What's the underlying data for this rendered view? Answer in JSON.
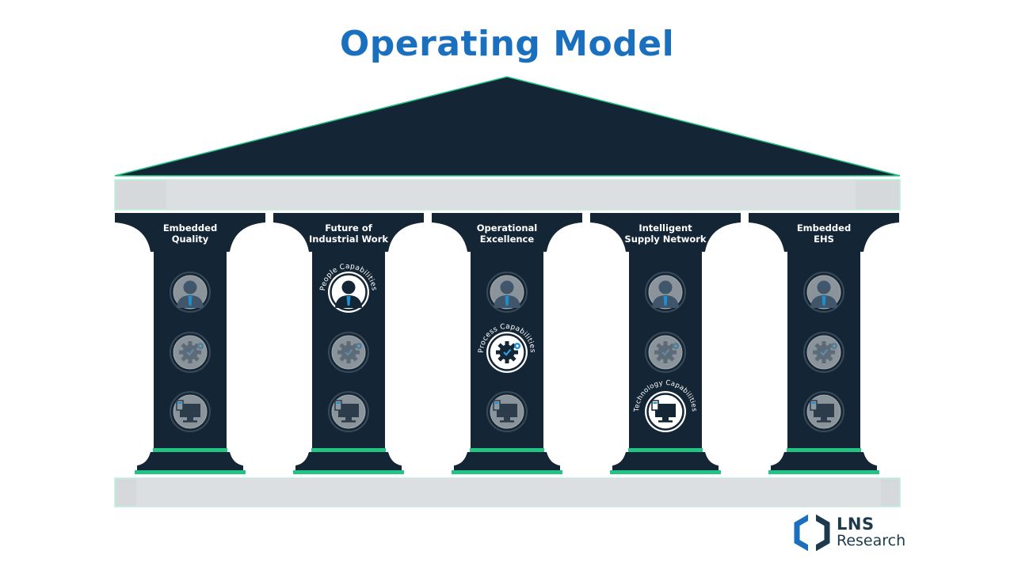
{
  "title": "Operating Model",
  "pillars": [
    {
      "line1": "Embedded",
      "line2": "Quality",
      "active": ""
    },
    {
      "line1": "Future of",
      "line2": "Industrial Work",
      "active": "people"
    },
    {
      "line1": "Operational",
      "line2": "Excellence",
      "active": "process"
    },
    {
      "line1": "Intelligent",
      "line2": "Supply Network",
      "active": "technology"
    },
    {
      "line1": "Embedded",
      "line2": "EHS",
      "active": ""
    }
  ],
  "capabilities": {
    "people": "People Capabilities",
    "process": "Process Capabilities",
    "technology": "Technology Capabilities"
  },
  "icons": [
    "person-icon",
    "gear-icon",
    "computer-icon"
  ],
  "logo": {
    "name": "LNS",
    "subname": "Research"
  },
  "colors": {
    "navy": "#142535",
    "accent_green": "#22c383",
    "gray_band": "#d6d9db",
    "title_blue": "#1a6fbf"
  }
}
